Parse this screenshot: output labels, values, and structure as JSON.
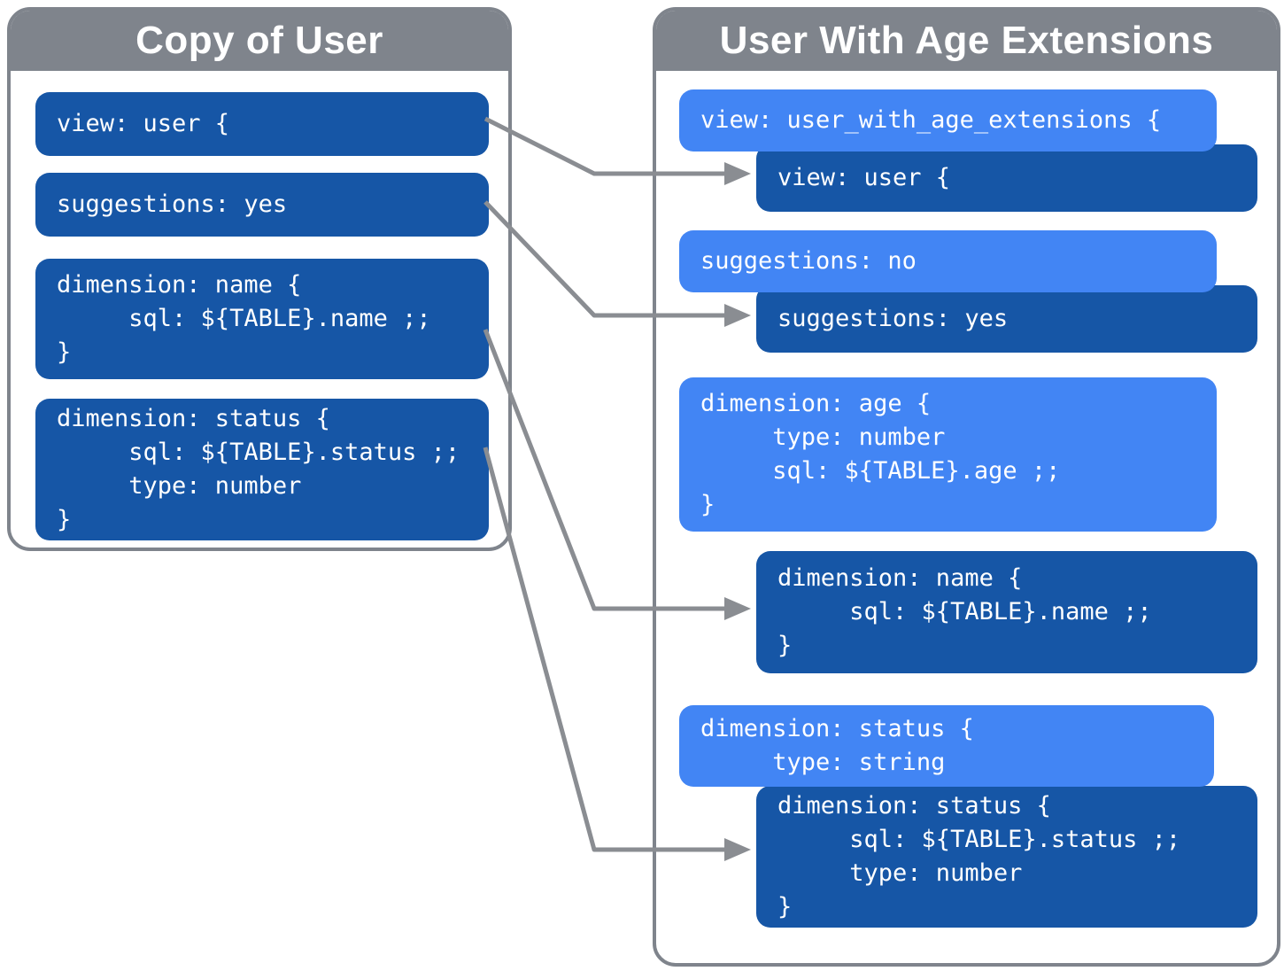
{
  "diagram": {
    "description": "LookML view extension diagram comparing a copied view with an extended view"
  },
  "colors": {
    "base_block_blue": "#1656A6",
    "override_block_blue": "#4285F4",
    "panel_gray": "#7F848C",
    "arrow_gray": "#8A8D92",
    "text_white": "#FFFFFF"
  },
  "left_panel": {
    "title": "Copy of User",
    "blocks": [
      {
        "id": "view-user",
        "lines": [
          "view: user {"
        ]
      },
      {
        "id": "suggestions-yes",
        "lines": [
          "suggestions: yes"
        ]
      },
      {
        "id": "dimension-name",
        "lines": [
          "dimension: name {",
          "     sql: ${TABLE}.name ;;",
          "}"
        ]
      },
      {
        "id": "dimension-status",
        "lines": [
          "dimension: status {",
          "     sql: ${TABLE}.status ;;",
          "     type: number",
          "}"
        ]
      }
    ]
  },
  "right_panel": {
    "title": "User With Age Extensions",
    "groups": [
      {
        "override": {
          "lines": [
            "view: user_with_age_extensions {"
          ]
        },
        "base": {
          "lines": [
            "view: user {"
          ]
        }
      },
      {
        "override": {
          "lines": [
            "suggestions: no"
          ]
        },
        "base": {
          "lines": [
            "suggestions: yes"
          ]
        }
      },
      {
        "override": {
          "lines": [
            "dimension: age {",
            "     type: number",
            "     sql: ${TABLE}.age ;;",
            "}"
          ]
        }
      },
      {
        "base": {
          "lines": [
            "dimension: name {",
            "     sql: ${TABLE}.name ;;",
            "}"
          ]
        }
      },
      {
        "override": {
          "lines": [
            "dimension: status {",
            "     type: string"
          ]
        },
        "base": {
          "lines": [
            "dimension: status {",
            "     sql: ${TABLE}.status ;;",
            "     type: number",
            "}"
          ]
        }
      }
    ]
  },
  "arrows": [
    {
      "from": "left view: user",
      "to": "right base view: user"
    },
    {
      "from": "left suggestions: yes",
      "to": "right base suggestions: yes"
    },
    {
      "from": "left dimension: name",
      "to": "right base dimension: name"
    },
    {
      "from": "left dimension: status",
      "to": "right base dimension: status"
    }
  ]
}
